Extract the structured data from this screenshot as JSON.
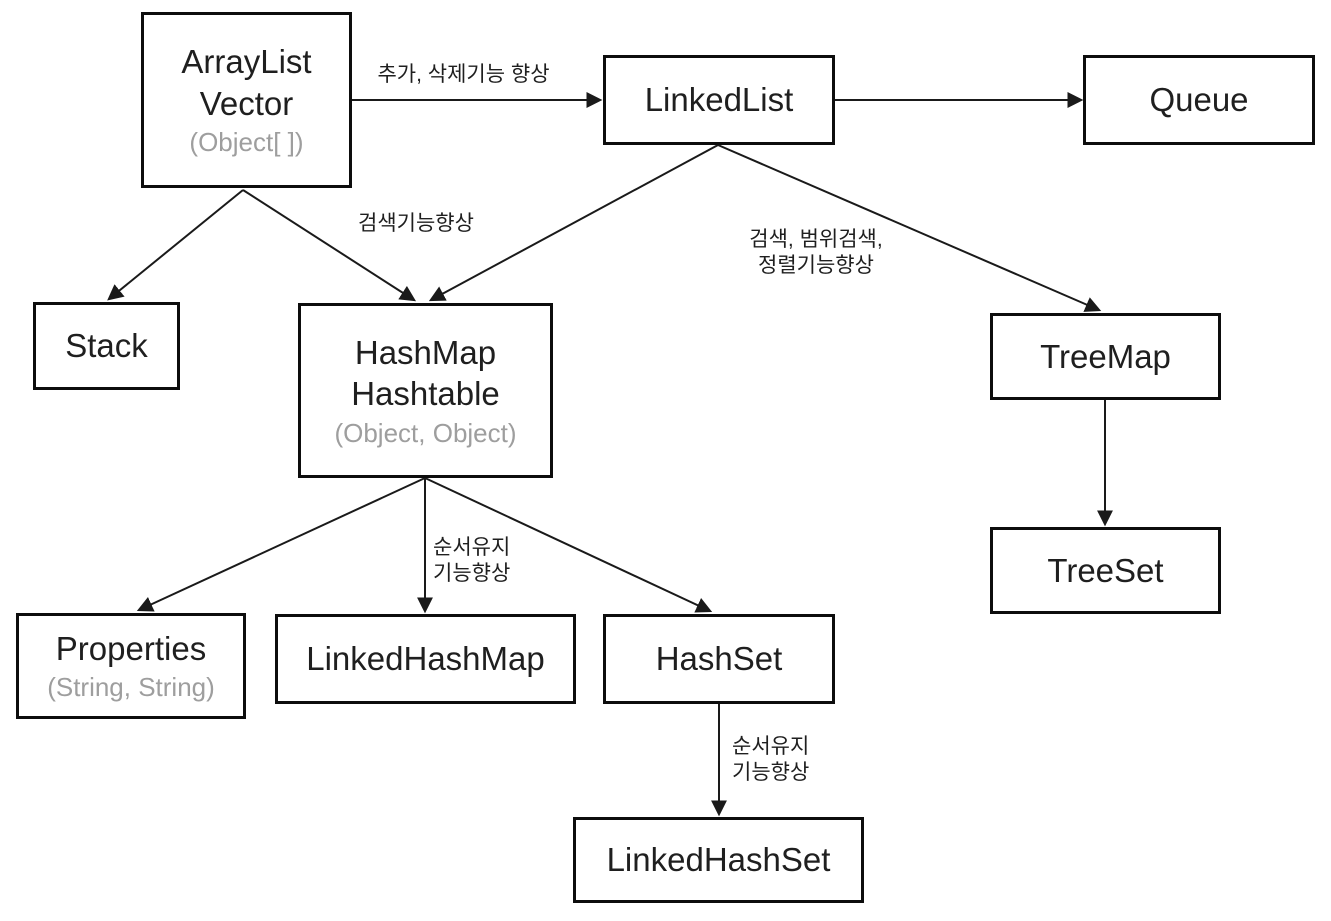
{
  "nodes": {
    "arraylist": {
      "line1": "ArrayList",
      "line2": "Vector",
      "subtitle": "(Object[ ])"
    },
    "linkedlist": {
      "label": "LinkedList"
    },
    "queue": {
      "label": "Queue"
    },
    "stack": {
      "label": "Stack"
    },
    "hashmap": {
      "line1": "HashMap",
      "line2": "Hashtable",
      "subtitle": "(Object, Object)"
    },
    "treemap": {
      "label": "TreeMap"
    },
    "treeset": {
      "label": "TreeSet"
    },
    "properties": {
      "label": "Properties",
      "subtitle": "(String, String)"
    },
    "linkedhashmap": {
      "label": "LinkedHashMap"
    },
    "hashset": {
      "label": "HashSet"
    },
    "linkedhashset": {
      "label": "LinkedHashSet"
    }
  },
  "edges": [
    {
      "from": "ArrayList/Vector",
      "to": "LinkedList",
      "label": "추가, 삭제기능 향상"
    },
    {
      "from": "LinkedList",
      "to": "Queue",
      "label": ""
    },
    {
      "from": "ArrayList/Vector",
      "to": "Stack",
      "label": ""
    },
    {
      "from": "ArrayList/Vector",
      "to": "HashMap/Hashtable",
      "label": "검색기능향상"
    },
    {
      "from": "LinkedList",
      "to": "HashMap/Hashtable",
      "label": ""
    },
    {
      "from": "LinkedList",
      "to": "TreeMap",
      "label": "검색, 범위검색,\n정렬기능향상"
    },
    {
      "from": "TreeMap",
      "to": "TreeSet",
      "label": ""
    },
    {
      "from": "HashMap/Hashtable",
      "to": "Properties",
      "label": ""
    },
    {
      "from": "HashMap/Hashtable",
      "to": "LinkedHashMap",
      "label": "순서유지\n기능향상"
    },
    {
      "from": "HashMap/Hashtable",
      "to": "HashSet",
      "label": ""
    },
    {
      "from": "HashSet",
      "to": "LinkedHashSet",
      "label": "순서유지\n기능향상"
    }
  ],
  "colors": {
    "background": "#ffffff",
    "box_border": "#0d0d0d",
    "text_primary": "#1f1f1f",
    "text_secondary": "#9e9e9e",
    "edge_line": "#1a1a1a"
  }
}
